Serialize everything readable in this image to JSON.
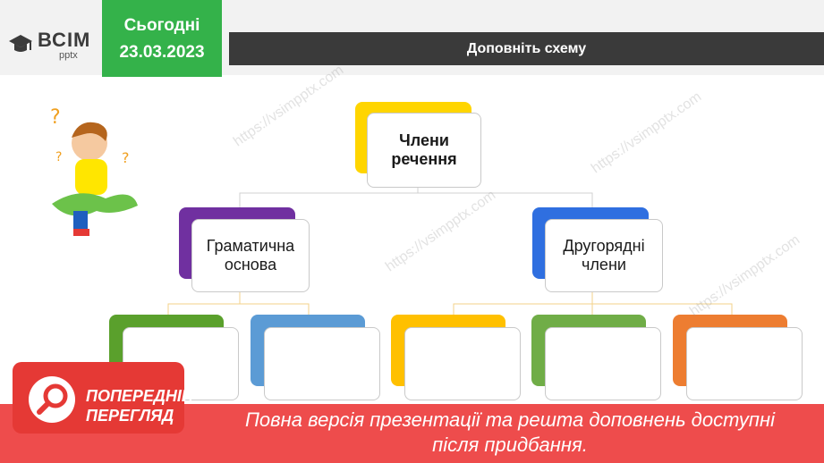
{
  "logo": {
    "name": "ВСІМ",
    "sub": "pptx"
  },
  "date": {
    "label": "Сьогодні",
    "value": "23.03.2023"
  },
  "slide": {
    "title": "Доповніть схему"
  },
  "diagram": {
    "root": "Члени речення",
    "left": "Граматична основа",
    "right": "Другорядні члени",
    "colors": {
      "root": "#ffd500",
      "left": "#7030a0",
      "right": "#2f6fe0",
      "c1": "#5aa02c",
      "c2": "#5b9bd5",
      "c3": "#ffc000",
      "c4": "#70ad47",
      "c5": "#ed7d31"
    }
  },
  "preview": {
    "badge_line1": "ПОПЕРЕДНІЙ",
    "badge_line2": "ПЕРЕГЛЯД",
    "message": "Повна версія презентації та решта доповнень доступні після придбання."
  },
  "watermark": "https://vsimpptx.com"
}
